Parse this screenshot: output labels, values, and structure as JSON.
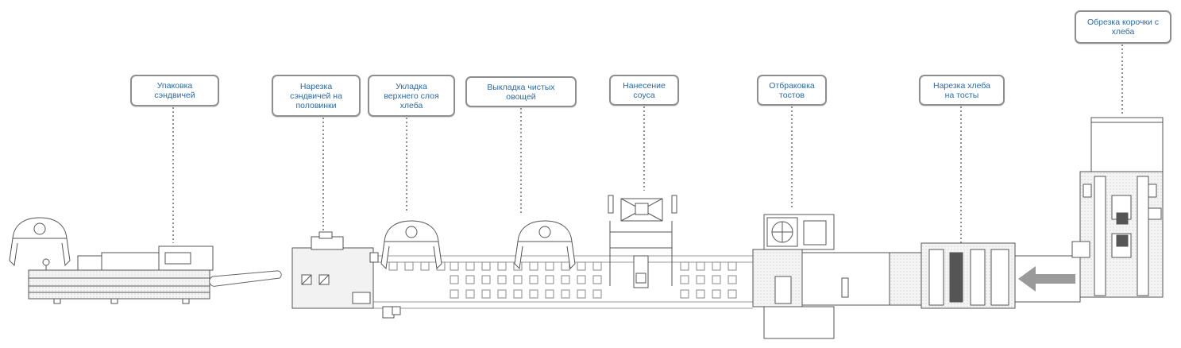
{
  "diagram": {
    "stations": [
      {
        "id": "wrap",
        "label": "Упаковка\nсэндвичей"
      },
      {
        "id": "cut",
        "label": "Нарезка\nсэндвичей на\nполовинки"
      },
      {
        "id": "top",
        "label": "Укладка\nверхнего слоя\nхлеба"
      },
      {
        "id": "veg",
        "label": "Выкладка чистых\nовощей"
      },
      {
        "id": "sauce",
        "label": "Нанесение\nсоуса"
      },
      {
        "id": "reject",
        "label": "Отбраковка\nтостов"
      },
      {
        "id": "slice",
        "label": "Нарезка хлеба\nна тосты"
      },
      {
        "id": "crust",
        "label": "Обрезка корочки с\nхлеба"
      }
    ],
    "flow_direction": "right-to-left",
    "colors": {
      "label_text": "#2b6aa6",
      "label_border": "#8e8e8e",
      "line": "#555555",
      "arrow": "#9a9a9a"
    }
  }
}
